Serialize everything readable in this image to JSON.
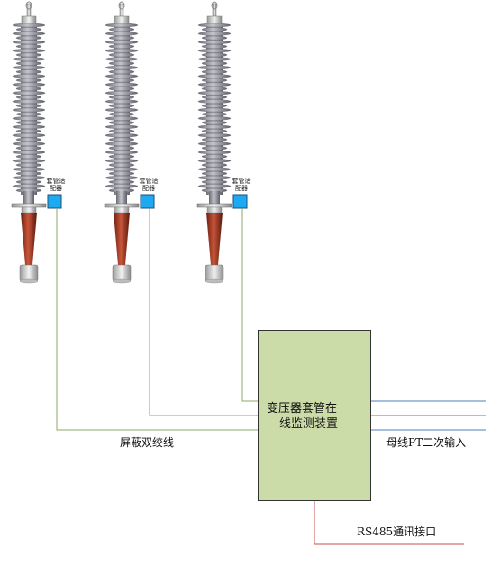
{
  "bushings": [
    {
      "adapter_label": [
        "套管适",
        "配器"
      ]
    },
    {
      "adapter_label": [
        "套管适",
        "配器"
      ]
    },
    {
      "adapter_label": [
        "套管适",
        "配器"
      ]
    }
  ],
  "device": {
    "title_line1": "变压器套管在",
    "title_line2": "线监测装置"
  },
  "labels": {
    "shield_cable": "屏蔽双绞线",
    "pt_input": "母线PT二次输入",
    "rs485": "RS485通讯接口"
  },
  "colors": {
    "insulator": "#8e8e98",
    "insulator_dark": "#6e6e78",
    "porcelain": "#a33a24",
    "adapter": "#1eaaf0",
    "device_fill": "#ccdca8",
    "signal_wire": "#8fa86a",
    "pt_wire": "#4d7fbf",
    "rs485_wire": "#c0504d"
  }
}
